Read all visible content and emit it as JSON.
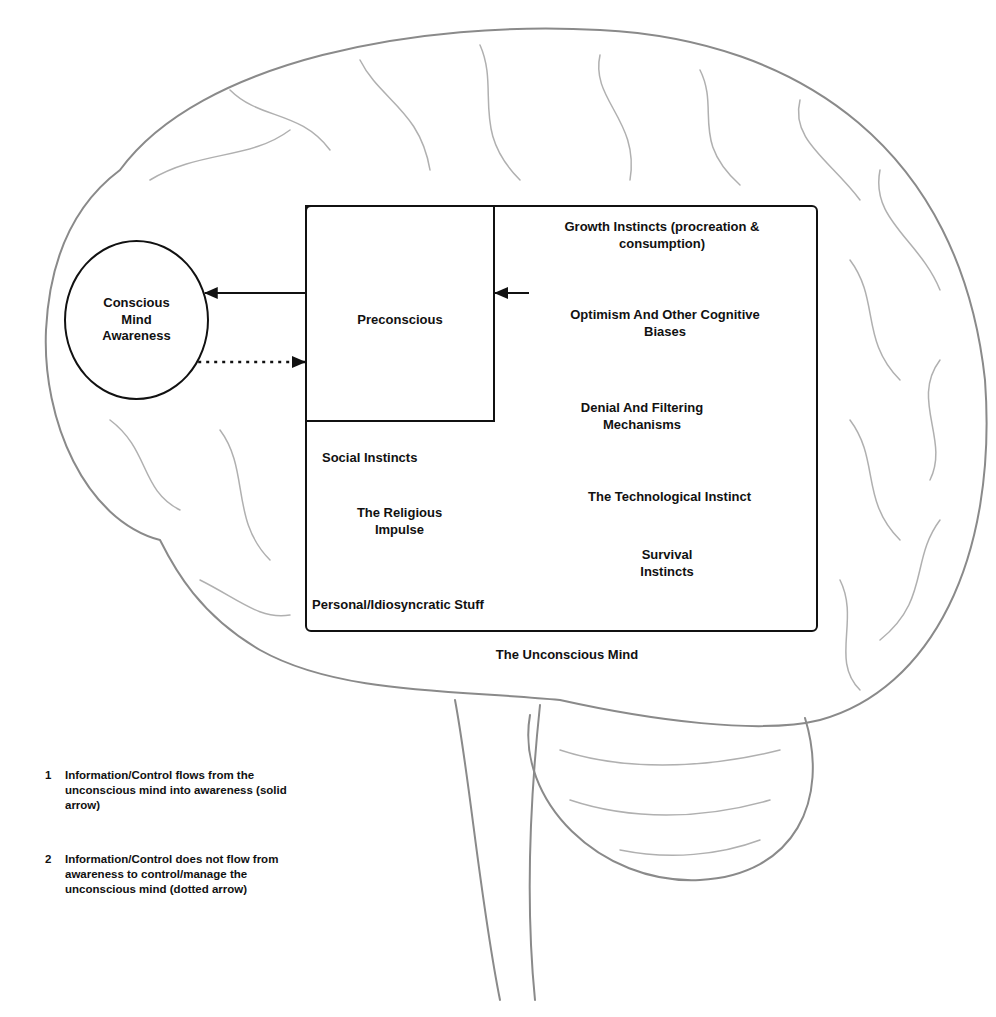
{
  "diagram": {
    "nodes": [
      {
        "text": [
          "Conscious Mind Awareness"
        ]
      },
      {
        "text": [
          "Growth Instincts (procreation & consumption)",
          "Optimism And Other Cognitive Biases",
          "Denial And Filtering Mechanisms",
          "Social Instincts",
          "The Religious Impulse",
          "The Technological Instinct",
          "Survival Instincts",
          "Personal/Idiosyncratic Stuff",
          "The Unconscious Mind"
        ]
      },
      {
        "text": [
          "Preconscious"
        ],
        "in": 1
      }
    ],
    "edges": [
      {
        "from": 1,
        "to": 2,
        "arrow": "to"
      },
      {
        "from": 2,
        "to": 0,
        "arrow": "to"
      },
      {
        "from": 0,
        "to": 2,
        "arrow": "to"
      }
    ],
    "labels": [
      "1",
      "Information/Control flows from the unconscious mind into awareness (solid arrow)",
      "2",
      "Information/Control does not flow from awareness to control/manage the unconscious mind (dotted arrow)"
    ]
  }
}
